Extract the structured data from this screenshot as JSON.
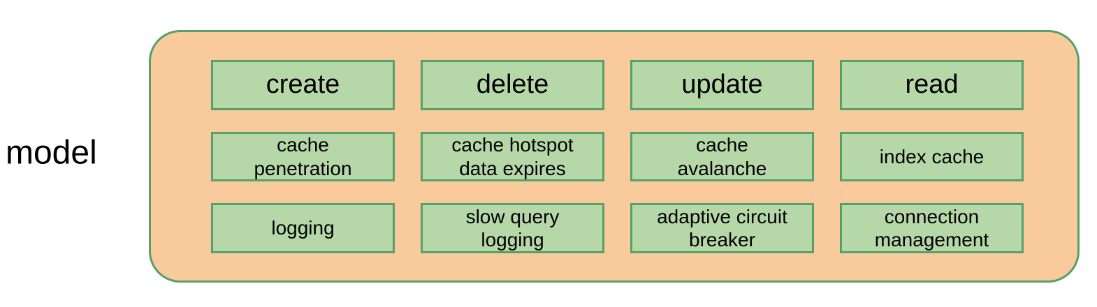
{
  "diagram": {
    "label": "model",
    "colors": {
      "container_fill": "#F9CB9C",
      "container_border": "#55A169",
      "box_fill": "#B6D7A8",
      "box_border": "#55A169",
      "text": "#000000",
      "page_background": "#FFFFFF"
    },
    "rows": [
      [
        "create",
        "delete",
        "update",
        "read"
      ],
      [
        "cache\npenetration",
        "cache hotspot\ndata expires",
        "cache\navalanche",
        "index cache"
      ],
      [
        "logging",
        "slow query\nlogging",
        "adaptive circuit\nbreaker",
        "connection\nmanagement"
      ]
    ]
  }
}
